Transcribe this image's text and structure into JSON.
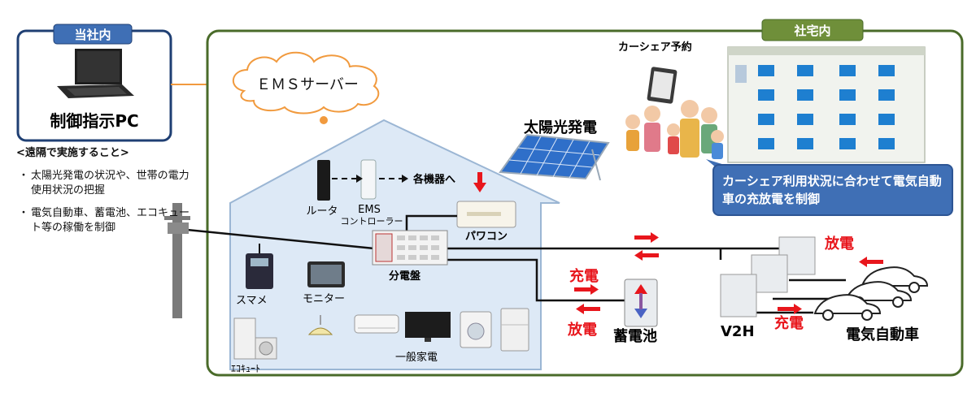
{
  "office": {
    "tag": "当社内",
    "pc_label": "制御指示PC"
  },
  "residence": {
    "tag": "社宅内"
  },
  "notes": {
    "heading": "<遠隔で実施すること>",
    "items": [
      "太陽光発電の状況や、世帯の電力使用状況の把握",
      "電気自動車、蓄電池、エコキュート等の稼働を制御"
    ],
    "bullet": "・"
  },
  "cloud": {
    "label": "ＥＭＳサーバー"
  },
  "carshare": {
    "label": "カーシェア予約"
  },
  "callout": {
    "text": "カーシェア利用状況に合わせて電気自動車の充放電を制御"
  },
  "house": {
    "router": "ルータ",
    "ems_line1": "EMS",
    "ems_line2": "コントローラー",
    "to_devices": "各機器へ",
    "solar": "太陽光発電",
    "powercon": "パワコン",
    "panel": "分電盤",
    "smartmeter": "スマメ",
    "monitor": "モニター",
    "appliances": "一般家電",
    "ecocute": "ｴｺｷｭｰﾄ"
  },
  "storage": {
    "charge": "充電",
    "discharge": "放電",
    "label": "蓄電池"
  },
  "ev": {
    "v2h": "V2H",
    "charge": "充電",
    "discharge": "放電",
    "label": "電気自動車"
  },
  "colors": {
    "navy": "#1f3f73",
    "green": "#4a6b2a",
    "accent_red": "#e8161c",
    "orange": "#f19a3e",
    "house_fill": "#dde9f6",
    "house_stroke": "#9bb6d4",
    "callout": "#3f6fb5"
  }
}
